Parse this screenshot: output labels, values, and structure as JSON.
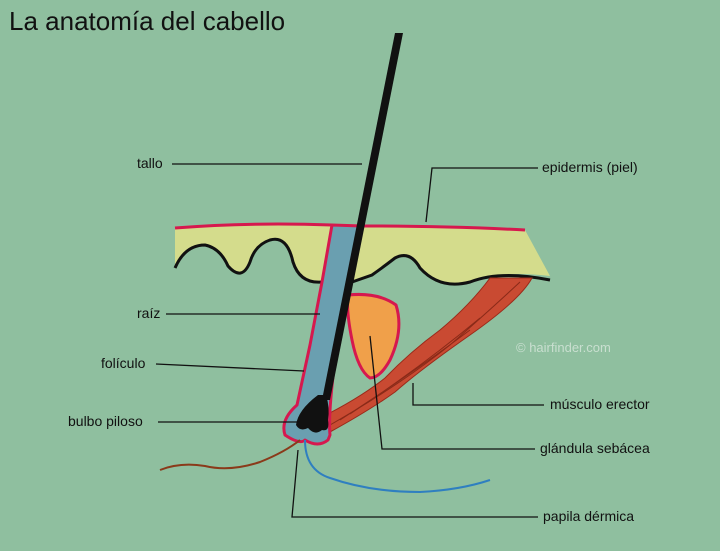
{
  "title": "La anatomía del cabello",
  "labels": {
    "tallo": "tallo",
    "raiz": "raíz",
    "foliculo": "folículo",
    "bulbo": "bulbo piloso",
    "epidermis": "epidermis (piel)",
    "musculo": "músculo erector",
    "glandula": "glándula sebácea",
    "papila": "papila dérmica"
  },
  "credit": "© hairfinder.com",
  "colors": {
    "background": "#8fbf9f",
    "epidermis": "#d4dc8c",
    "follicle_outline": "#d6184e",
    "follicle_fill": "#6a9fb0",
    "gland": "#f0a04a",
    "muscle": "#c94a32",
    "hair": "#111111",
    "nerve": "#2f7fc0",
    "vessel": "#8a3a1a"
  }
}
